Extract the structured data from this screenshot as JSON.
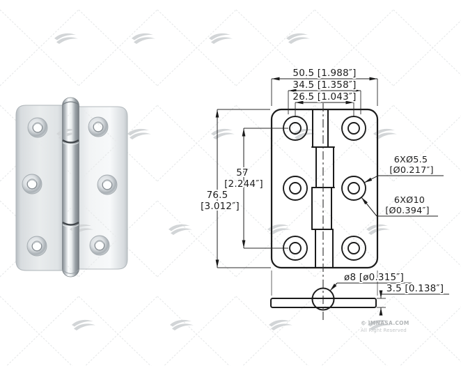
{
  "drawing": {
    "line_color": "#1b1b1b",
    "front_view": {
      "top_dims": [
        {
          "label": "50.5 [1.988″]"
        },
        {
          "label": "34.5 [1.358″]"
        },
        {
          "label": "26.5 [1.043″]"
        }
      ],
      "left_dims": {
        "hole_span_mm": "57",
        "hole_span_in": "[2.244″]",
        "overall_height_mm": "76.5",
        "overall_height_in": "[3.012″]"
      },
      "hole_callouts": {
        "small_holes": "6XØ5.5",
        "small_holes_in": "[Ø0.217″]",
        "large_holes": "6XØ10",
        "large_holes_in": "[Ø0.394″]"
      }
    },
    "profile_view": {
      "pin_diameter": "ø8  [ø0.315″]",
      "leaf_thickness": "3.5  [0.138″]"
    }
  },
  "watermark": {
    "color": "#d2d5d7",
    "copyright_line1": "© IMNASA.COM",
    "copyright_line2": "All Right Reserved"
  }
}
